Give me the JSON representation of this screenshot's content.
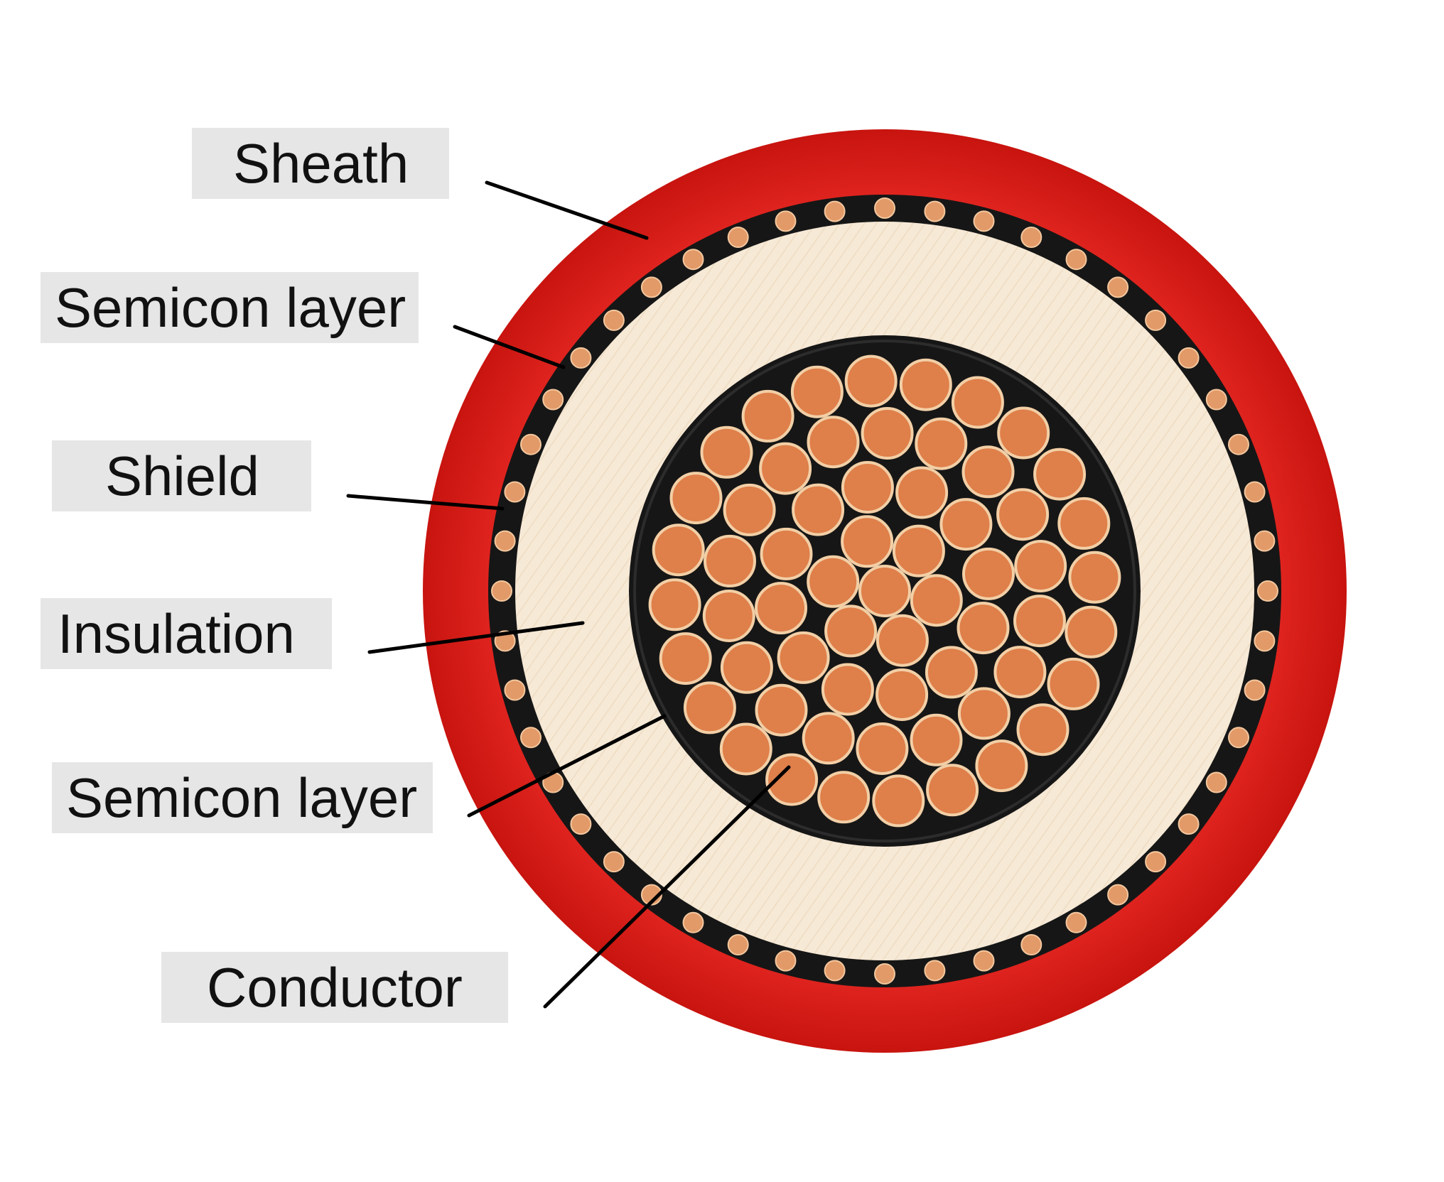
{
  "labels": {
    "sheath": "Sheath",
    "semicon_outer": "Semicon layer",
    "shield": "Shield",
    "insulation": "Insulation",
    "semicon_inner": "Semicon layer",
    "conductor": "Conductor"
  },
  "colors": {
    "sheath": "#d9201e",
    "sheath_dark": "#b5120f",
    "semicon": "#161616",
    "shield_wire": "#e29a68",
    "insulation": "#f6e9d6",
    "conductor_strand": "#df7f4a",
    "conductor_strand_edge": "#f2cfa6",
    "leader_line": "#000000",
    "label_background": "#e6e6e6"
  },
  "icons": {
    "cable": "cable-cross-section-icon"
  }
}
